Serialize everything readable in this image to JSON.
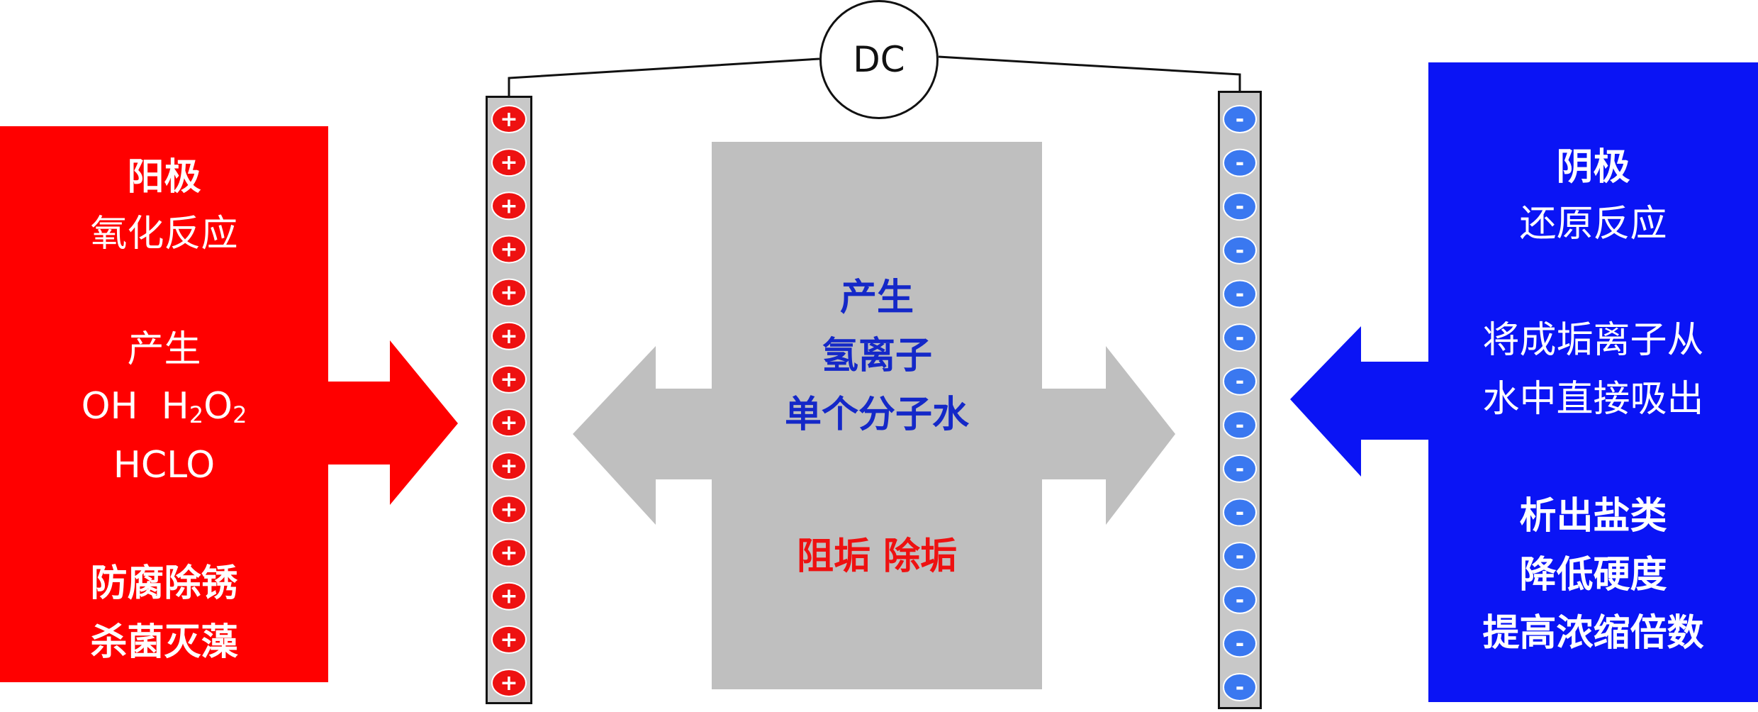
{
  "power_source": {
    "label": "DC"
  },
  "anode": {
    "title": "阳极",
    "reaction": "氧化反应",
    "produces": "产生",
    "formula_parts": {
      "oh": "OH",
      "h": "H",
      "sub1": "2",
      "o": "O",
      "sub2": "2"
    },
    "hclo": "HCLO",
    "effects": [
      "防腐除锈",
      "杀菌灭藻"
    ],
    "charge_symbol": "+",
    "charge_count": 14,
    "color": "#ff0000"
  },
  "center": {
    "produces": [
      "产生",
      "氢离子",
      "单个分子水"
    ],
    "effect": "阻垢 除垢",
    "color": "#bfbfbf"
  },
  "cathode": {
    "title": "阴极",
    "reaction": "还原反应",
    "description": [
      "将成垢离子从",
      "水中直接吸出"
    ],
    "effects": [
      "析出盐类",
      "降低硬度",
      "提高浓缩倍数"
    ],
    "charge_symbol": "-",
    "charge_count": 14,
    "color": "#0a14f5"
  }
}
